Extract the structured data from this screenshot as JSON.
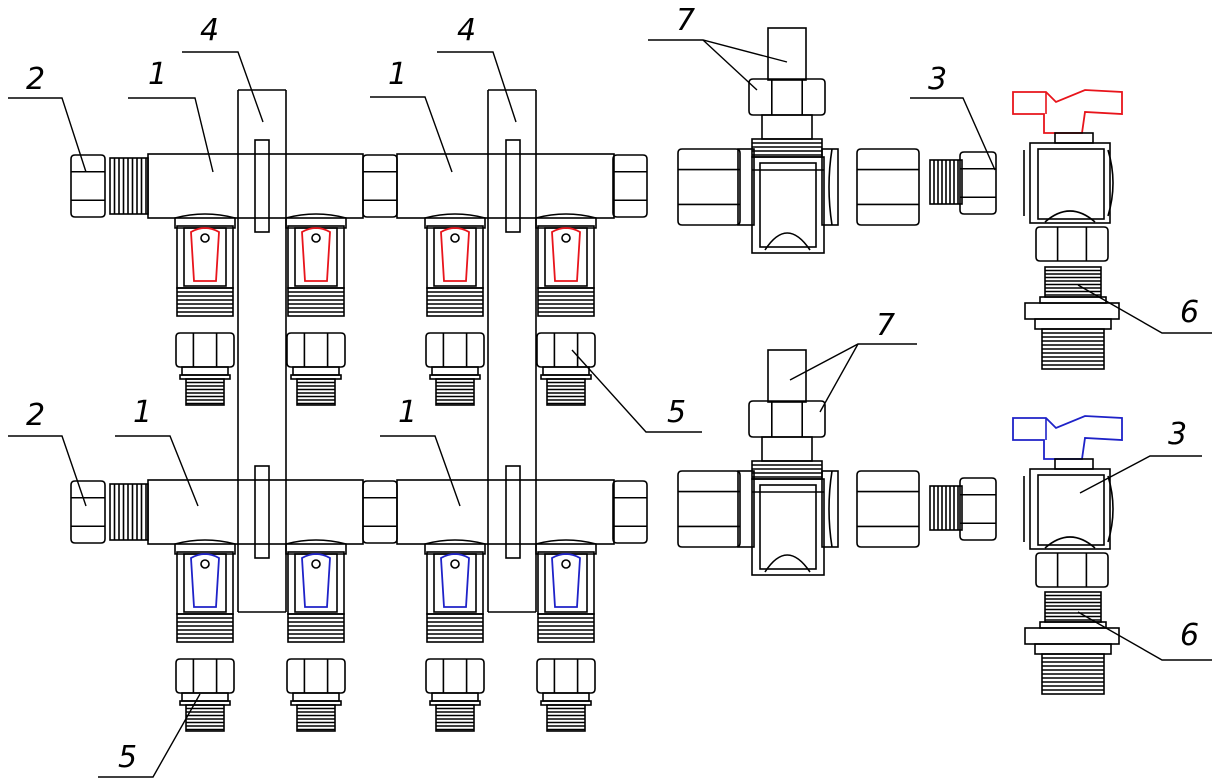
{
  "diagram": {
    "callouts": {
      "c1a": "1",
      "c1b": "1",
      "c1c": "1",
      "c1d": "1",
      "c2a": "2",
      "c2b": "2",
      "c3a": "3",
      "c3b": "3",
      "c4a": "4",
      "c4b": "4",
      "c5a": "5",
      "c5b": "5",
      "c6a": "6",
      "c6b": "6",
      "c7a": "7",
      "c7b": "7"
    },
    "colors": {
      "line": "#000000",
      "supply_handle": "#e8141b",
      "return_handle": "#1e22c8"
    }
  }
}
